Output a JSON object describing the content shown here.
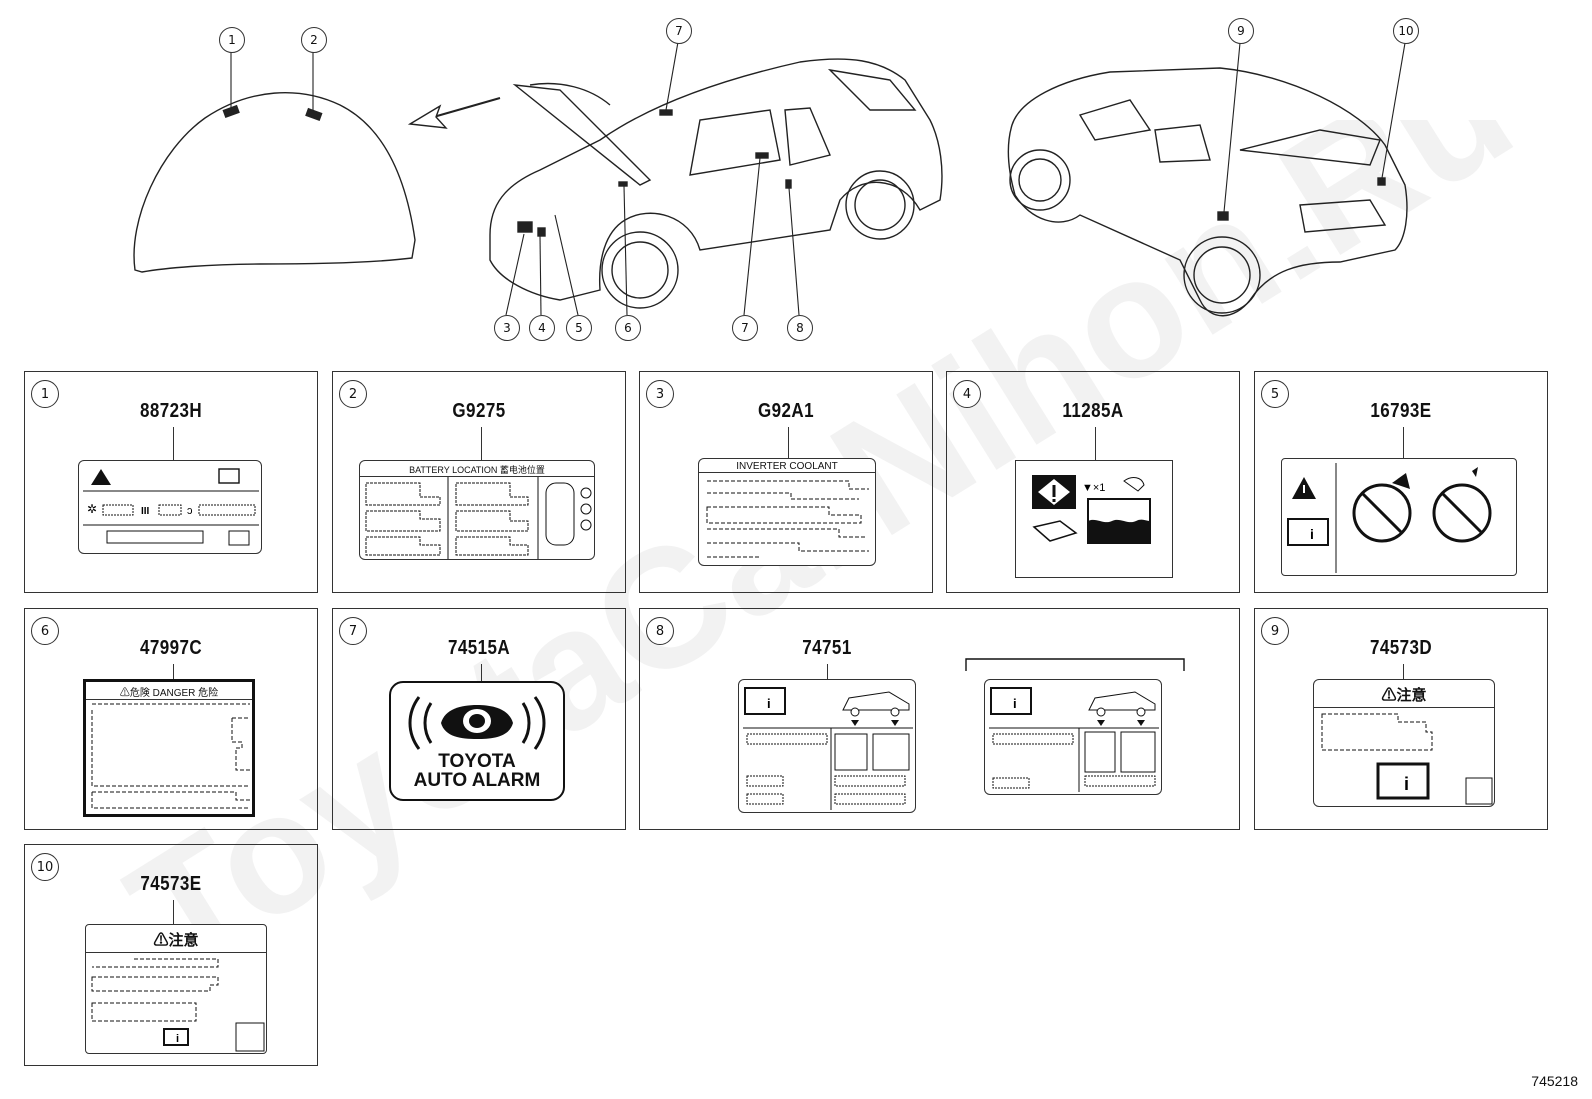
{
  "diagram_id": "745218",
  "watermark": "ToyotaCarNihon.Ru",
  "overview_callouts": [
    "1",
    "2",
    "3",
    "4",
    "5",
    "6",
    "7",
    "7",
    "8",
    "9",
    "10"
  ],
  "panels": [
    {
      "num": "1",
      "part": "88723H"
    },
    {
      "num": "2",
      "part": "G9275",
      "label_heading": "BATTERY LOCATION 蓄电池位置"
    },
    {
      "num": "3",
      "part": "G92A1",
      "label_heading": "INVERTER COOLANT"
    },
    {
      "num": "4",
      "part": "11285A"
    },
    {
      "num": "5",
      "part": "16793E"
    },
    {
      "num": "6",
      "part": "47997C",
      "label_heading": "⚠危険  DANGER  危险"
    },
    {
      "num": "7",
      "part": "74515A",
      "label_line1": "TOYOTA",
      "label_line2": "AUTO ALARM"
    },
    {
      "num": "8",
      "part": "74751"
    },
    {
      "num": "9",
      "part": "74573D",
      "label_heading": "⚠注意"
    },
    {
      "num": "10",
      "part": "74573E",
      "label_heading": "⚠注意"
    }
  ]
}
